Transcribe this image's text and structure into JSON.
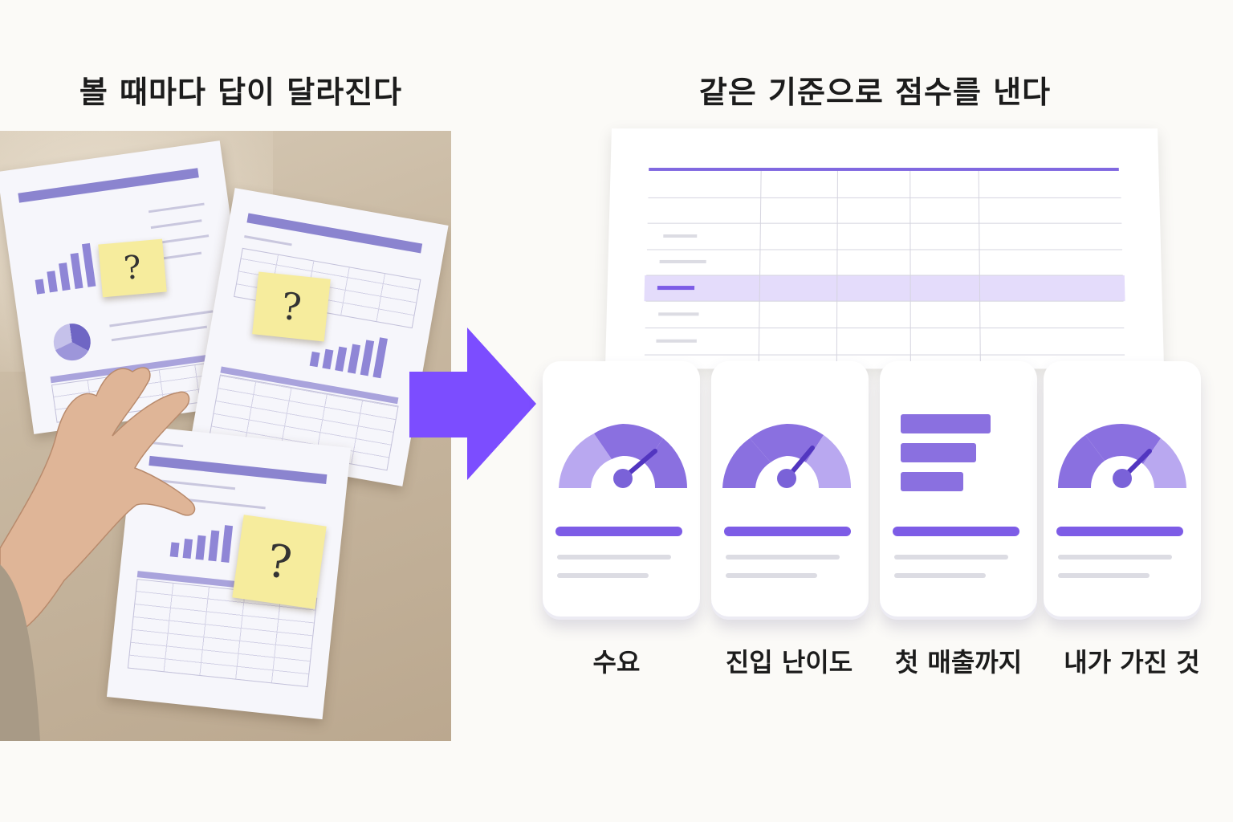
{
  "left_heading": "볼 때마다 답이 달라진다",
  "right_heading": "같은 기준으로 점수를 낸다",
  "sticky_note_mark": "?",
  "score_cards": [
    {
      "label": "수요",
      "icon": "gauge-icon"
    },
    {
      "label": "진입 난이도",
      "icon": "gauge-icon"
    },
    {
      "label": "첫 매출까지",
      "icon": "bar-list-icon"
    },
    {
      "label": "내가 가진 것",
      "icon": "gauge-icon"
    }
  ],
  "colors": {
    "accent": "#7c4dff",
    "gauge_dark": "#8a70e0",
    "gauge_light": "#b9a8f0",
    "highlight_row": "#e4dcfb"
  }
}
